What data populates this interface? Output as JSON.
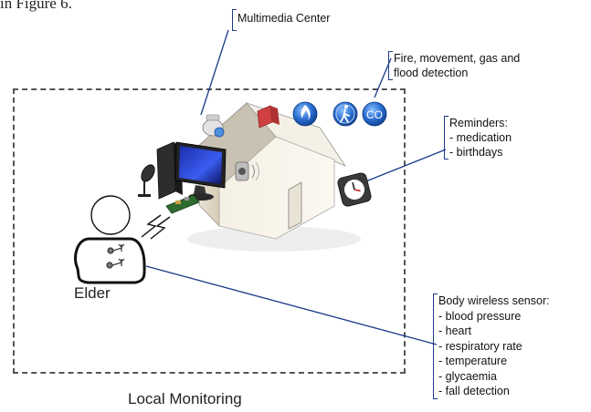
{
  "caption_fragment": "in Figure 6.",
  "labels": {
    "multimedia_center": "Multimedia Center",
    "detection": [
      "Fire, movement, gas and",
      "flood detection"
    ],
    "reminders": [
      "Reminders:",
      "- medication",
      "- birthdays"
    ],
    "body_sensor": [
      "Body wireless sensor:",
      "- blood pressure",
      "- heart",
      "- respiratory rate",
      "- temperature",
      "- glycaemia",
      "- fall detection"
    ],
    "elder": "Elder",
    "local_monitoring": "Local Monitoring"
  },
  "icons": [
    "fire-icon",
    "movement-icon",
    "gas-icon",
    "clock-icon",
    "computer-icon",
    "webcam-icon",
    "microphone-icon",
    "speaker-icon",
    "gateway-board-icon",
    "wireless-signal-icon",
    "house-icon",
    "elder-figure-icon"
  ],
  "icon_glyphs": {
    "gas": "CO"
  },
  "colors": {
    "leader_line": "#1d3a8a",
    "dashed_border": "#555555",
    "detection_icon_blue": "#2a6fd1"
  }
}
